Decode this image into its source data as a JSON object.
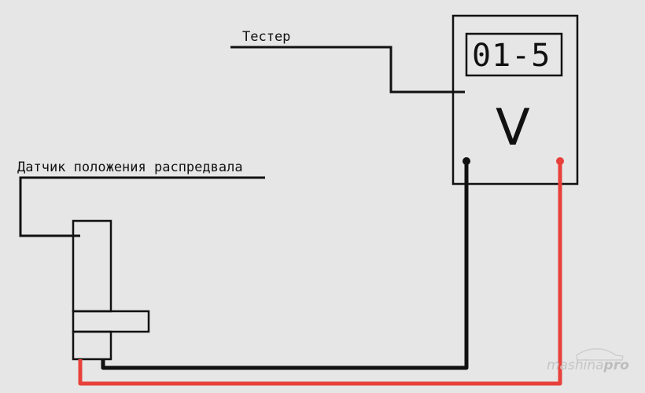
{
  "labels": {
    "tester": "Тестер",
    "sensor": "Датчик положения распредвала"
  },
  "multimeter": {
    "display_value": "01-5",
    "unit": "V"
  },
  "watermark": {
    "part1": "mashina",
    "part2": "pro"
  },
  "colors": {
    "background": "#e6e6e6",
    "line": "#111111",
    "black_wire": "#111111",
    "red_wire": "#e8403a",
    "watermark": "#c4c4c4"
  },
  "icons": {
    "watermark_logo": "car-silhouette-icon"
  }
}
